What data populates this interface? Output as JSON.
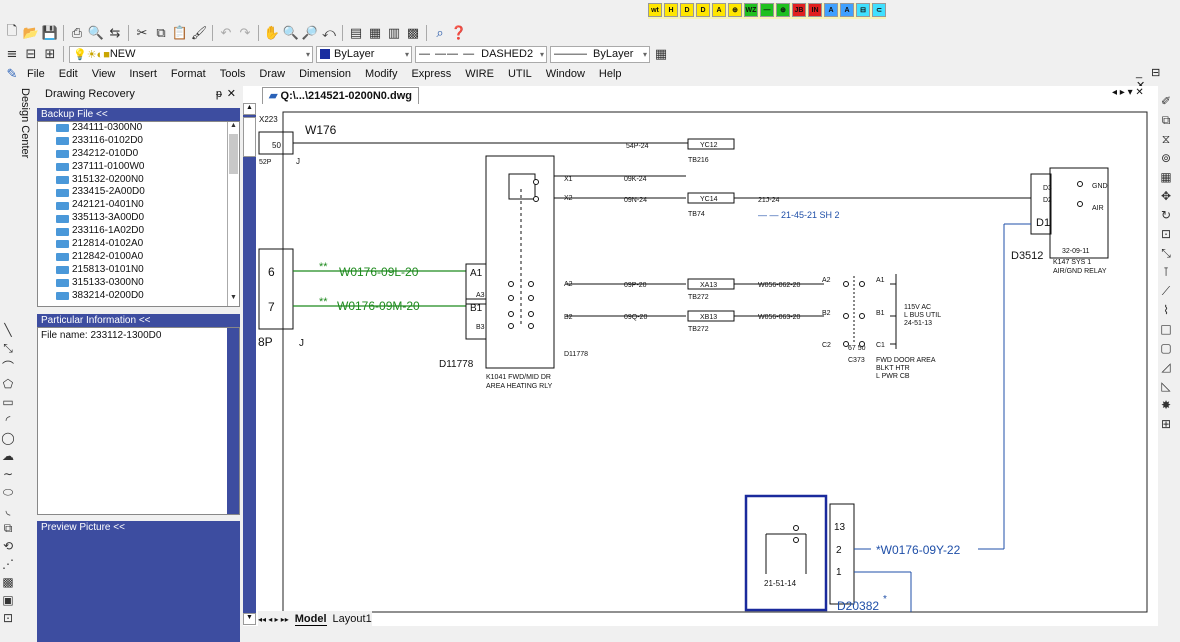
{
  "window": {
    "controls": "_ ⊟ ✕"
  },
  "ext_toolbar": {
    "buttons": [
      "wt",
      "H",
      "D",
      "D",
      "A",
      "⊕",
      "WZ",
      "—",
      "⊕",
      "JB",
      "IN",
      "A",
      "A",
      "⊟",
      "⊂"
    ]
  },
  "toolbar": {
    "layer_name": "NEW",
    "color_combo": "ByLayer",
    "linetype_combo": "DASHED2",
    "lineweight_combo": "ByLayer"
  },
  "menu": {
    "items": [
      "File",
      "Edit",
      "View",
      "Insert",
      "Format",
      "Tools",
      "Draw",
      "Dimension",
      "Modify",
      "Express",
      "WIRE",
      "UTIL",
      "Window",
      "Help"
    ]
  },
  "design_center_label": "Design Center",
  "left_panel": {
    "title": "Drawing Recovery",
    "pin": "ᵽ",
    "close": "✕",
    "backup_header": "Backup File <<",
    "backup_files": [
      "234111-0300N0",
      "233116-0102D0",
      "234212-010D0",
      "237111-0100W0",
      "315132-0200N0",
      "233415-2A00D0",
      "242121-0401N0",
      "335113-3A00D0",
      "233116-1A02D0",
      "212814-0102A0",
      "212842-0100A0",
      "215813-0101N0",
      "315133-0300N0",
      "383214-0200D0"
    ],
    "particular_header": "Particular Information <<",
    "file_name": "File name: 233112-1300D0",
    "preview_header": "Preview Picture <<"
  },
  "document": {
    "tab_label": "Q:\\...\\214521-0200N0.dwg",
    "nav": "◂ ▸ ▾ ✕"
  },
  "layout_tabs": {
    "nav": "◂◂ ◂ ▸ ▸▸",
    "model": "Model",
    "layout1": "Layout1"
  },
  "drawing": {
    "w176": "W176",
    "x223": "X223",
    "p50": "50",
    "p52p": "52P",
    "pj_top": "J",
    "conn_pins": [
      "6",
      "7"
    ],
    "conn_8p": "8P",
    "conn_j": "J",
    "wire_09l": "W0176-09L-20",
    "wire_09m": "W0176-09M-20",
    "stars": "**",
    "relay_pins": [
      "A1",
      "A3",
      "B1",
      "B3"
    ],
    "relay_out": [
      "X1",
      "X2",
      "A2",
      "B2"
    ],
    "d11778": "D11778",
    "d11778_small": "D11778",
    "k1041": "K1041 FWD/MID DR",
    "area_heating": "AREA HEATING RLY",
    "w_54p": "54P-24",
    "w_09k": "09K-24",
    "w_09n": "09N-24",
    "w_09p": "09P-20",
    "w_09q": "09Q-20",
    "tb_labels": [
      "YC12",
      "YC14",
      "XA13",
      "XB13"
    ],
    "tb216": "TB216",
    "tb74": "TB74",
    "tb272a": "TB272",
    "tb272b": "TB272",
    "w_21j": "21J-24",
    "sh2": "— — 21-45-21 SH 2",
    "w_062": "W056-062-20",
    "w_063": "W056-063-20",
    "cb_pins": [
      "A2",
      "A1",
      "B2",
      "B1",
      "C2",
      "C1"
    ],
    "cb_pins2": "67 50",
    "v115": "115V AC",
    "bus_util": "L BUS UTIL",
    "ref_241": "24-51-13",
    "c373": "C373",
    "fwd_door": "FWD DOOR AREA",
    "blkt_htr": "BLKT HTR",
    "pwr_cb": "L PWR CB",
    "d3512": "D3512",
    "d1": "D1",
    "d2d3": [
      "D3",
      "D2"
    ],
    "gnd": "GND",
    "air": "AIR",
    "date": "32-09-11",
    "k147": "K147  SYS 1",
    "air_gnd": "AIR/GND RELAY",
    "pin_13": "13",
    "pin_2": "2",
    "pin_1": "1",
    "w_09y": "*W0176-09Y-22",
    "ref_2151": "21-51-14",
    "d20382": "D20382",
    "star": "*"
  }
}
